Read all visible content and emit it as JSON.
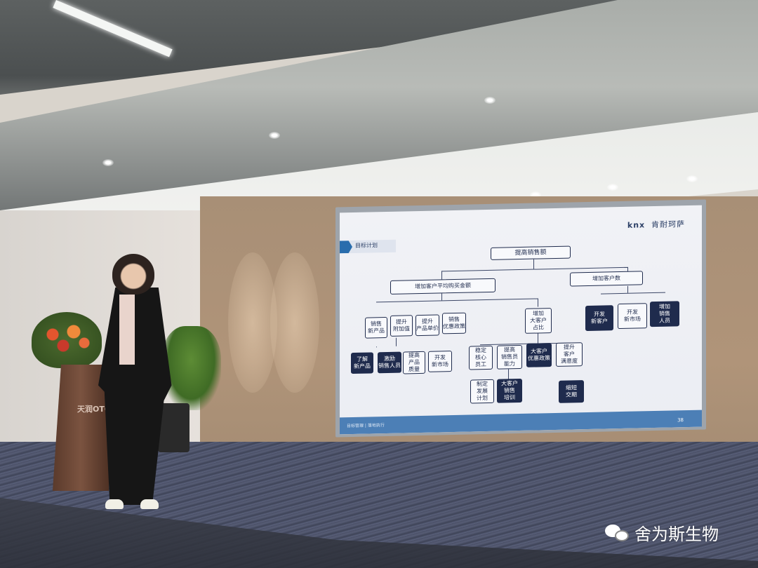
{
  "slide": {
    "title": "目标计划",
    "logo": "knx",
    "brand": "肯耐珂萨",
    "page_number": "38",
    "footer": "目标管理 | 落地执行"
  },
  "diagram": {
    "root": "提高销售额",
    "branch_left": "增加客户平均购买金额",
    "branch_right": "增加客户数",
    "left_children": [
      "销售\n新产品",
      "提升\n附加值",
      "提升\n产品单价",
      "销售\n优惠政策",
      "增加\n大客户\n占比"
    ],
    "right_children": [
      "开发\n新客户",
      "开发\n新市场",
      "增加\n销售\n人员"
    ],
    "row3": [
      "了解\n新产品",
      "激励\n销售人员",
      "提高\n产品\n质量",
      "开发\n新市场",
      "稳定\n核心\n员工",
      "提高\n销售员\n能力",
      "大客户\n优惠政策",
      "提升\n客户\n满意度"
    ],
    "row4": [
      "制定\n发展\n计划",
      "大客户\n销售\n培训",
      "缩短\n交期"
    ]
  },
  "podium_logo": "天润OTC",
  "watermark": "舍为斯生物"
}
